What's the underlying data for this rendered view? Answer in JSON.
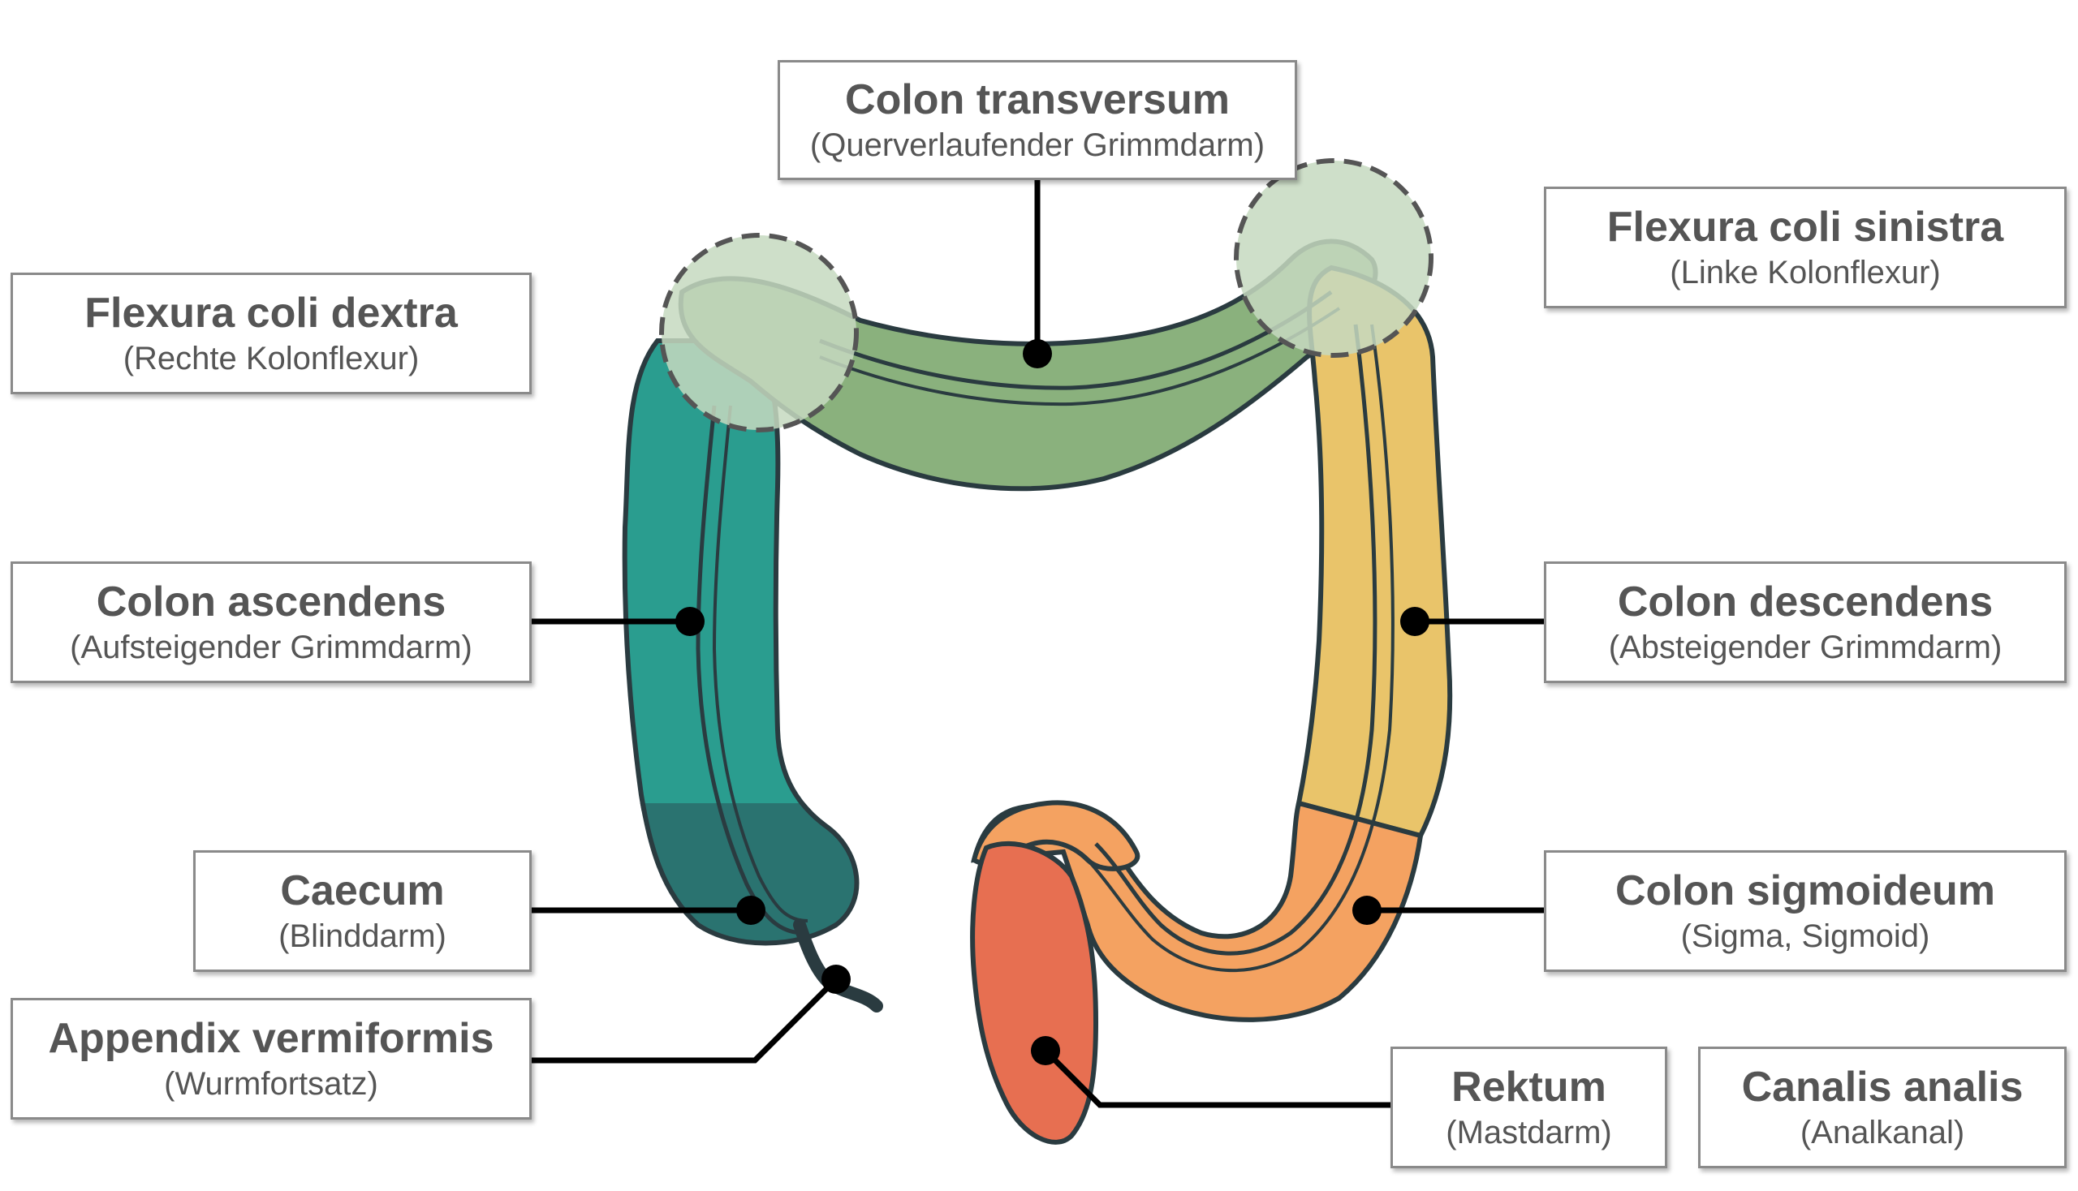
{
  "colors": {
    "outline": "#2a3b40",
    "ascendens": "#2a9d8f",
    "caecum": "#2a7370",
    "transversum": "#8ab17d",
    "descendens": "#e9c46a",
    "sigmoideum": "#f4a261",
    "rektum": "#e76f51",
    "flexure_fill": "#c5d9c0",
    "leader": "#000000",
    "label_text": "#555555",
    "label_border": "#8a8a8a"
  },
  "labels": {
    "transversum": {
      "title": "Colon transversum",
      "subtitle": "(Querverlaufender Grimmdarm)"
    },
    "flexura_sinistra": {
      "title": "Flexura coli sinistra",
      "subtitle": "(Linke Kolonflexur)"
    },
    "flexura_dextra": {
      "title": "Flexura coli dextra",
      "subtitle": "(Rechte Kolonflexur)"
    },
    "ascendens": {
      "title": "Colon ascendens",
      "subtitle": "(Aufsteigender Grimmdarm)"
    },
    "descendens": {
      "title": "Colon descendens",
      "subtitle": "(Absteigender Grimmdarm)"
    },
    "caecum": {
      "title": "Caecum",
      "subtitle": "(Blinddarm)"
    },
    "sigmoideum": {
      "title": "Colon sigmoideum",
      "subtitle": "(Sigma, Sigmoid)"
    },
    "appendix": {
      "title": "Appendix vermiformis",
      "subtitle": "(Wurmfortsatz)"
    },
    "rektum": {
      "title": "Rektum",
      "subtitle": "(Mastdarm)"
    },
    "canalis": {
      "title": "Canalis analis",
      "subtitle": "(Analkanal)"
    }
  }
}
